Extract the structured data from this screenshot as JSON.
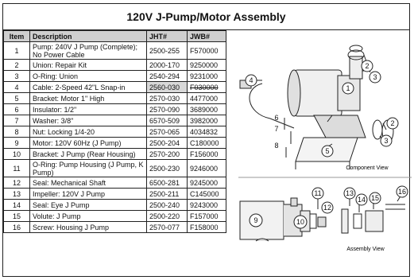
{
  "title": "120V J-Pump/Motor Assembly",
  "columns": [
    "Item",
    "Description",
    "JHT#",
    "JWB#"
  ],
  "rows": [
    {
      "item": "1",
      "desc": "Pump: 240V J Pump (Complete); No Power Cable",
      "jht": "2500-255",
      "jwb": "F570000",
      "struck": false
    },
    {
      "item": "2",
      "desc": "Union: Repair Kit",
      "jht": "2000-170",
      "jwb": "9250000",
      "struck": false
    },
    {
      "item": "3",
      "desc": "O-Ring: Union",
      "jht": "2540-294",
      "jwb": "9231000",
      "struck": false
    },
    {
      "item": "4",
      "desc": "Cable: 2-Speed 42\"L Snap-in",
      "jht": "2560-030",
      "jwb": "F030000",
      "struck": true
    },
    {
      "item": "5",
      "desc": "Bracket: Motor 1\" High",
      "jht": "2570-030",
      "jwb": "4477000",
      "struck": false
    },
    {
      "item": "6",
      "desc": "Insulator: 1/2\"",
      "jht": "2570-090",
      "jwb": "3689000",
      "struck": false
    },
    {
      "item": "7",
      "desc": "Washer: 3/8\"",
      "jht": "6570-509",
      "jwb": "3982000",
      "struck": false
    },
    {
      "item": "8",
      "desc": "Nut: Locking 1/4-20",
      "jht": "2570-065",
      "jwb": "4034832",
      "struck": false
    },
    {
      "item": "9",
      "desc": "Motor: 120V 60Hz (J Pump)",
      "jht": "2500-204",
      "jwb": "C180000",
      "struck": false
    },
    {
      "item": "10",
      "desc": "Bracket: J Pump (Rear Housing)",
      "jht": "2570-200",
      "jwb": "F156000",
      "struck": false
    },
    {
      "item": "11",
      "desc": "O-Ring: Pump Housing (J Pump, K Pump)",
      "jht": "2500-230",
      "jwb": "9246000",
      "struck": false
    },
    {
      "item": "12",
      "desc": "Seal: Mechanical Shaft",
      "jht": "6500-281",
      "jwb": "9245000",
      "struck": false
    },
    {
      "item": "13",
      "desc": "Impeller: 120V J Pump",
      "jht": "2500-211",
      "jwb": "C145000",
      "struck": false
    },
    {
      "item": "14",
      "desc": "Seal: Eye J Pump",
      "jht": "2500-240",
      "jwb": "9243000",
      "struck": false
    },
    {
      "item": "15",
      "desc": "Volute: J Pump",
      "jht": "2500-220",
      "jwb": "F157000",
      "struck": false
    },
    {
      "item": "16",
      "desc": "Screw: Housing J Pump",
      "jht": "2570-077",
      "jwb": "F158000",
      "struck": false
    }
  ],
  "diagram": {
    "component_view_label": "Component View",
    "assembly_view_label": "Assembly View",
    "callouts": [
      "1",
      "2",
      "3",
      "4",
      "5",
      "6",
      "7",
      "8",
      "9",
      "10",
      "11",
      "12",
      "13",
      "14",
      "15",
      "16"
    ]
  }
}
